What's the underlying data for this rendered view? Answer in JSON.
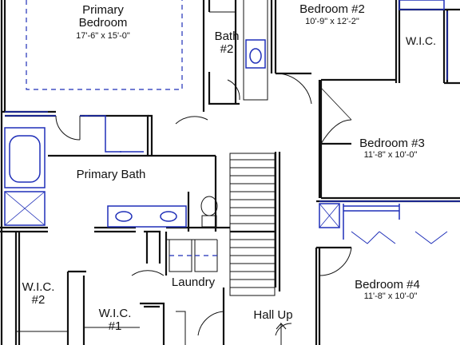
{
  "plan": {
    "colors": {
      "wall": "#111111",
      "fixture": "#1f2fb8",
      "background": "#ffffff"
    },
    "rooms": {
      "primary_bedroom": {
        "name_line1": "Primary",
        "name_line2": "Bedroom",
        "dims": "17'-6\" x 15'-0\""
      },
      "bath2": {
        "name_line1": "Bath",
        "name_line2": "#2"
      },
      "bedroom2": {
        "name": "Bedroom #2",
        "dims": "10'-9\" x 12'-2\""
      },
      "wic_top": {
        "name": "W.I.C."
      },
      "bedroom3": {
        "name": "Bedroom #3",
        "dims": "11'-8\" x 10'-0\""
      },
      "primary_bath": {
        "name": "Primary Bath"
      },
      "wic2": {
        "name_line1": "W.I.C.",
        "name_line2": "#2"
      },
      "wic1": {
        "name_line1": "W.I.C.",
        "name_line2": "#1"
      },
      "laundry": {
        "name": "Laundry"
      },
      "hall_up": {
        "name": "Hall Up"
      },
      "bedroom4": {
        "name": "Bedroom #4",
        "dims": "11'-8\" x 10'-0\""
      }
    }
  }
}
